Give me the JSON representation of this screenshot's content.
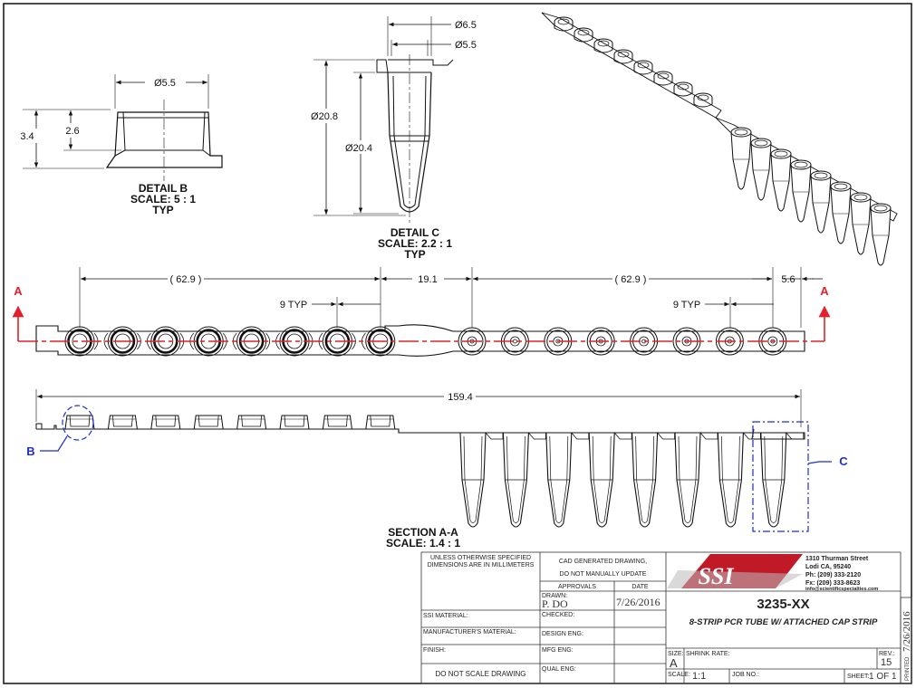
{
  "detail_b": {
    "dia": "Ø5.5",
    "dim_total": "3.4",
    "dim_inner": "2.6",
    "title": "DETAIL B",
    "scale": "SCALE: 5 : 1",
    "typ": "TYP"
  },
  "detail_c": {
    "dia_outer": "Ø6.5",
    "dia_inner": "Ø5.5",
    "len_outer": "Ø20.8",
    "len_inner": "Ø20.4",
    "title": "DETAIL C",
    "scale": "SCALE: 2.2 : 1",
    "typ": "TYP"
  },
  "plan_view": {
    "dim_left": "62.9",
    "dim_mid": "19.1",
    "dim_right": "62.9",
    "dim_end": "5.6",
    "pitch_left": "9 TYP",
    "pitch_right": "9 TYP",
    "section_marker": "A",
    "cap_count": 8,
    "tube_count": 8
  },
  "section_aa": {
    "overall_length": "159.4",
    "detail_b_callout": "B",
    "detail_c_callout": "C",
    "title": "SECTION A-A",
    "scale": "SCALE: 1.4 : 1"
  },
  "title_block": {
    "note_units": [
      "UNLESS OTHERWISE SPECIFIED",
      "DIMENSIONS ARE IN MILLIMETERS"
    ],
    "cad_note": [
      "CAD GENERATED DRAWING,",
      "DO NOT MANUALLY UPDATE"
    ],
    "approvals_label": "APPROVALS",
    "date_label": "DATE",
    "drawn_label": "DRAWN:",
    "drawn_value": "P. DO",
    "drawn_date": "7/26/2016",
    "checked_label": "CHECKED:",
    "design_eng_label": "DESIGN ENG:",
    "mfg_eng_label": "MFG ENG:",
    "qual_eng_label": "QUAL ENG:",
    "ssi_material_label": "SSI MATERIAL:",
    "mfr_material_label": "MANUFACTURER'S MATERIAL:",
    "finish_label": "FINISH:",
    "do_not_scale": "DO NOT SCALE DRAWING",
    "logo_text": "SSI",
    "address": [
      "1310 Thurman Street",
      "Lodi CA, 95240",
      "Ph: (209) 333-2120",
      "Fx: (209) 333-8623",
      "info@scientificspecialties.com"
    ],
    "part_number": "3235-XX",
    "description": "8-STRIP PCR TUBE W/ ATTACHED CAP STRIP",
    "size_label": "SIZE:",
    "size_value": "A",
    "shrink_label": "SHRINK RATE:",
    "rev_label": "REV.:",
    "rev_value": "15",
    "scale_label": "SCALE:",
    "scale_value": "1:1",
    "job_label": "JOB NO.:",
    "sheet_label": "SHEET:",
    "sheet_value": "1 OF 1",
    "printed_label": "PRINTED",
    "printed_date": "7/26/2016"
  },
  "colors": {
    "ink": "#111111",
    "section_red": "#e0202a",
    "detail_blue": "#1a2fd0",
    "logo_red": "#c01a28"
  }
}
